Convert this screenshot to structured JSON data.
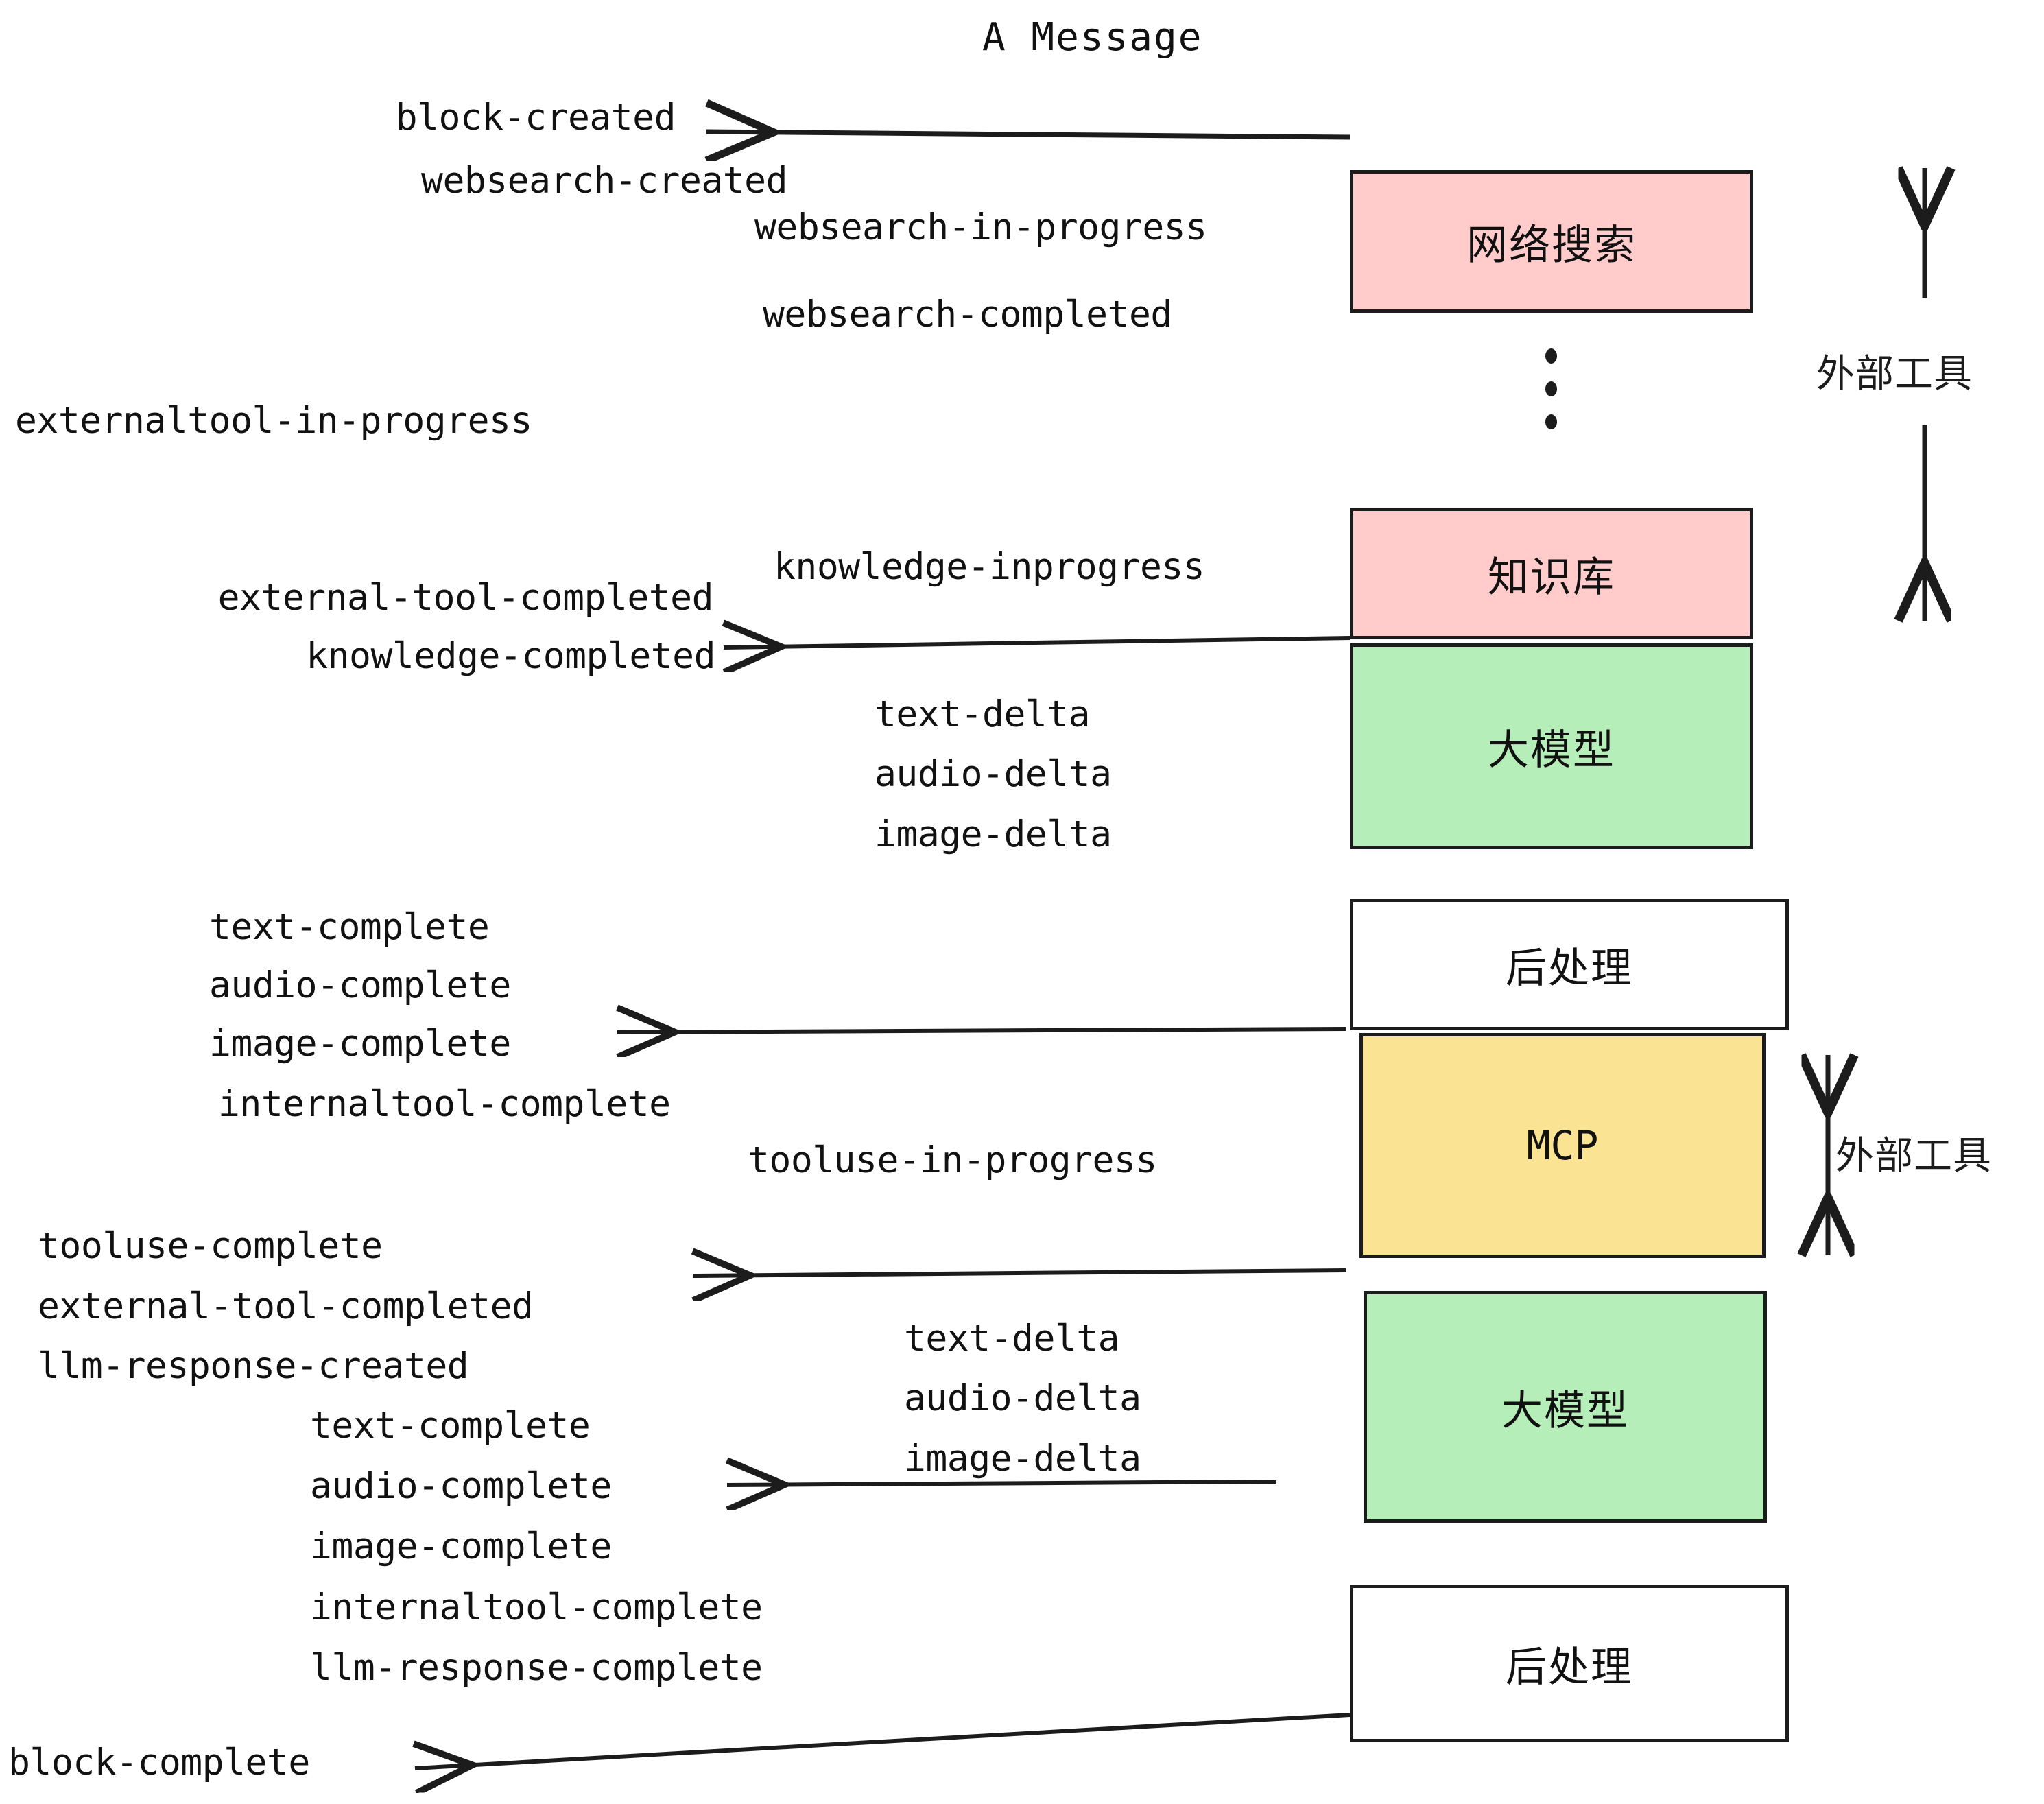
{
  "title": "A Message",
  "colors": {
    "external_tool_box": "#ffcccb",
    "llm_box": "#b6eeba",
    "mcp_box": "#fae392",
    "postprocess_box": "#ffffff",
    "stroke": "#1c1c1c",
    "text": "#111111",
    "background": "#ffffff"
  },
  "nodes": [
    {
      "id": "websearch",
      "label": "网络搜索",
      "kind": "external-tool"
    },
    {
      "id": "knowledge",
      "label": "知识库",
      "kind": "external-tool"
    },
    {
      "id": "llm-1",
      "label": "大模型",
      "kind": "llm"
    },
    {
      "id": "postprocess-1",
      "label": "后处理",
      "kind": "postprocess"
    },
    {
      "id": "mcp",
      "label": "MCP",
      "kind": "mcp"
    },
    {
      "id": "llm-2",
      "label": "大模型",
      "kind": "llm"
    },
    {
      "id": "postprocess-2",
      "label": "后处理",
      "kind": "postprocess"
    }
  ],
  "side_annotations": [
    {
      "id": "external-tool-upper",
      "label": "外部工具"
    },
    {
      "id": "external-tool-lower",
      "label": "外部工具"
    }
  ],
  "ellipsis": {
    "dot_count": 3
  },
  "events": {
    "block_created": "block-created",
    "websearch_created": "websearch-created",
    "websearch_in_progress": "websearch-in-progress",
    "websearch_completed": "websearch-completed",
    "externaltool_in_progress": "externaltool-in-progress",
    "knowledge_inprogress": "knowledge-inprogress",
    "external_tool_completed_1": "external-tool-completed",
    "knowledge_completed": "knowledge-completed",
    "text_delta_1": "text-delta",
    "audio_delta_1": "audio-delta",
    "image_delta_1": "image-delta",
    "text_complete_1": "text-complete",
    "audio_complete_1": "audio-complete",
    "image_complete_1": "image-complete",
    "internaltool_complete_1": "internaltool-complete",
    "tooluse_in_progress": "tooluse-in-progress",
    "tooluse_complete": "tooluse-complete",
    "external_tool_completed_2": "external-tool-completed",
    "llm_response_created": "llm-response-created",
    "text_delta_2": "text-delta",
    "audio_delta_2": "audio-delta",
    "image_delta_2": "image-delta",
    "text_complete_2": "text-complete",
    "audio_complete_2": "audio-complete",
    "image_complete_2": "image-complete",
    "internaltool_complete_2": "internaltool-complete",
    "llm_response_complete": "llm-response-complete",
    "block_complete": "block-complete"
  }
}
